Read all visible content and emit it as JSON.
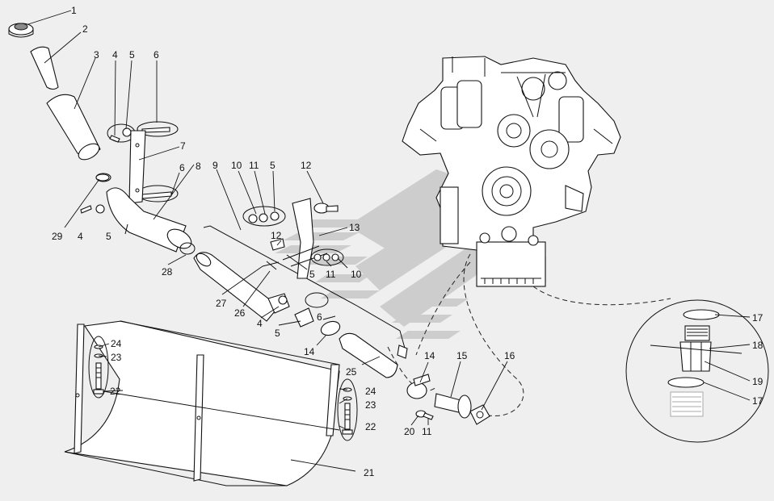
{
  "callouts": [
    "1",
    "2",
    "3",
    "4",
    "5",
    "6",
    "7",
    "8",
    "29",
    "4",
    "5",
    "6",
    "9",
    "10",
    "11",
    "5",
    "12",
    "13",
    "12",
    "5",
    "11",
    "10",
    "28",
    "27",
    "26",
    "4",
    "5",
    "6",
    "14",
    "25",
    "24",
    "23",
    "22",
    "24",
    "23",
    "22",
    "21",
    "14",
    "15",
    "16",
    "20",
    "11",
    "17",
    "18",
    "19",
    "17"
  ],
  "colors": {
    "background": "#efefef",
    "line": "#111111",
    "watermark": "#c8c8c8"
  }
}
